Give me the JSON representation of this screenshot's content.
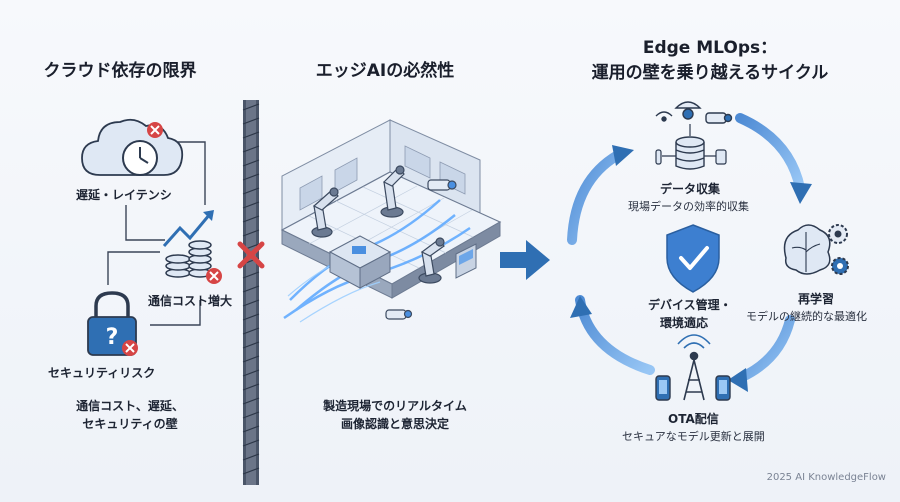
{
  "sections": {
    "cloud_limits": {
      "title": "クラウド依存の限界",
      "latency_label": "遅延・レイテンシ",
      "cost_label": "通信コスト増大",
      "security_label": "セキュリティリスク",
      "summary_line1": "通信コスト、遅延、",
      "summary_line2": "セキュリティの壁"
    },
    "edge_ai": {
      "title": "エッジAIの必然性",
      "caption_line1": "製造現場でのリアルタイム",
      "caption_line2": "画像認識と意思決定"
    },
    "mlops": {
      "title_line1": "Edge MLOps：",
      "title_line2": "運用の壁を乗り越えるサイクル",
      "center_line1": "デバイス管理・",
      "center_line2": "環境適応",
      "steps": [
        {
          "name": "データ収集",
          "desc": "現場データの効率的収集"
        },
        {
          "name": "再学習",
          "desc": "モデルの継続的な最適化"
        },
        {
          "name": "OTA配信",
          "desc": "セキュアなモデル更新と展開"
        }
      ]
    }
  },
  "footer": "2025 AI KnowledgeFlow",
  "colors": {
    "accent_blue": "#2f6fb3",
    "danger_red": "#d64545",
    "dark_navy": "#2d3a4f"
  },
  "icons": [
    "cloud-icon",
    "clock-icon",
    "chart-up-icon",
    "coins-icon",
    "padlock-icon",
    "shield-check-icon",
    "database-icon",
    "camera-icon",
    "brain-gear-icon",
    "antenna-tower-icon",
    "smartphone-icon"
  ]
}
